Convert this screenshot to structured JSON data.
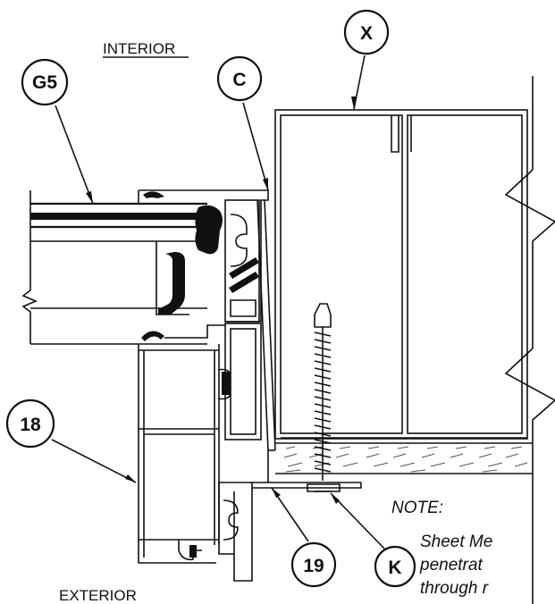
{
  "labels": {
    "interior": "INTERIOR",
    "exterior": "EXTERIOR"
  },
  "callouts": [
    {
      "id": "g5",
      "text": "G5"
    },
    {
      "id": "c",
      "text": "C"
    },
    {
      "id": "x",
      "text": "X"
    },
    {
      "id": "18",
      "text": "18"
    },
    {
      "id": "19",
      "text": "19"
    },
    {
      "id": "k",
      "text": "K"
    }
  ],
  "note": {
    "heading": "NOTE:",
    "line1": "Sheet Me",
    "line2": "penetrat",
    "line3": "through r"
  }
}
